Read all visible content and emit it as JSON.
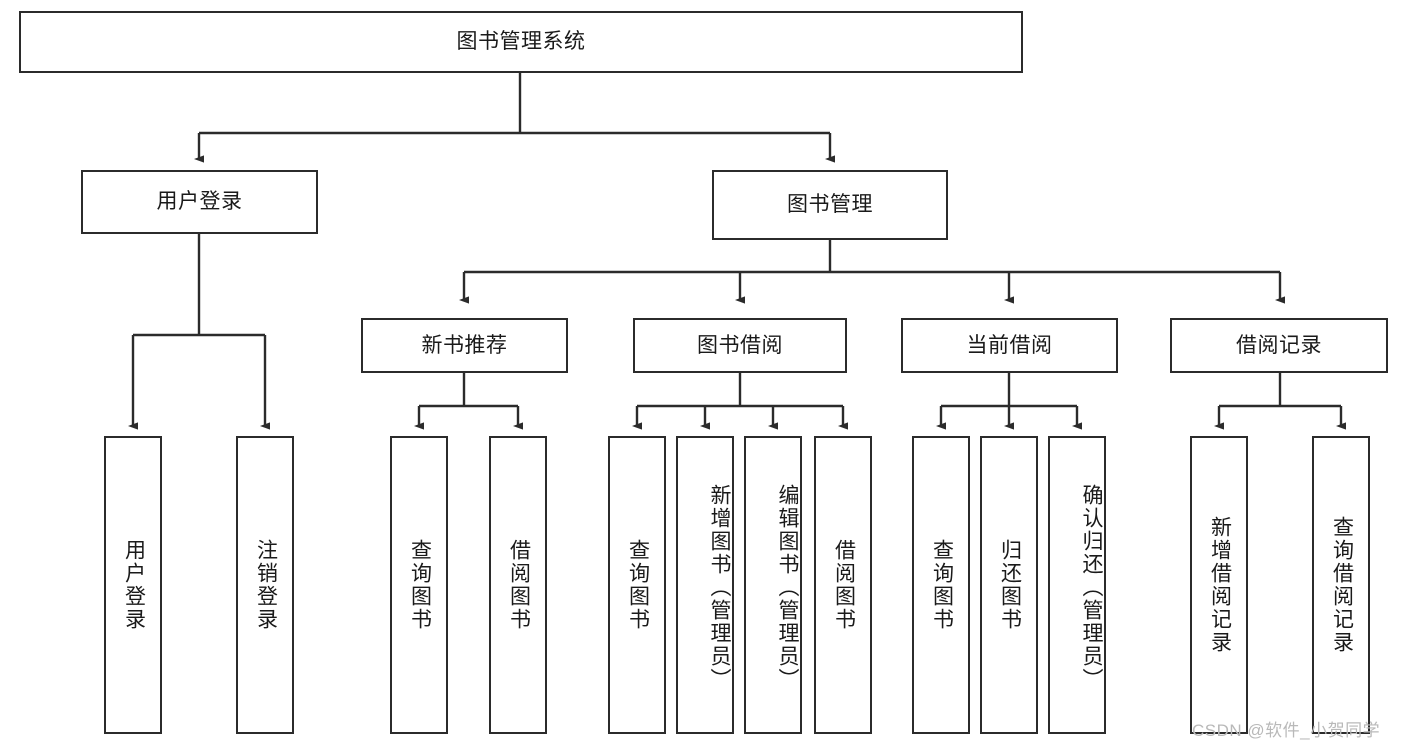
{
  "diagram": {
    "title": "图书管理系统",
    "type": "tree",
    "colors": {
      "stroke": "#2b2b2b",
      "fill": "#ffffff",
      "text": "#1a1a1a",
      "watermark": "#b9b9b9"
    },
    "root": {
      "label": "图书管理系统"
    },
    "level2": [
      {
        "label": "用户登录"
      },
      {
        "label": "图书管理"
      }
    ],
    "level3": [
      {
        "label": "新书推荐"
      },
      {
        "label": "图书借阅"
      },
      {
        "label": "当前借阅"
      },
      {
        "label": "借阅记录"
      }
    ],
    "leaves_user_login": [
      {
        "label": "用户登录"
      },
      {
        "label": "注销登录"
      }
    ],
    "leaves_new_book": [
      {
        "label": "查询图书"
      },
      {
        "label": "借阅图书"
      }
    ],
    "leaves_borrow": [
      {
        "label": "查询图书"
      },
      {
        "label": "新增图书（管理员）"
      },
      {
        "label": "编辑图书（管理员）"
      },
      {
        "label": "借阅图书"
      }
    ],
    "leaves_current": [
      {
        "label": "查询图书"
      },
      {
        "label": "归还图书"
      },
      {
        "label": "确认归还（管理员）"
      }
    ],
    "leaves_record": [
      {
        "label": "新增借阅记录"
      },
      {
        "label": "查询借阅记录"
      }
    ]
  },
  "watermark": {
    "text": "CSDN @软件_小贺同学"
  }
}
